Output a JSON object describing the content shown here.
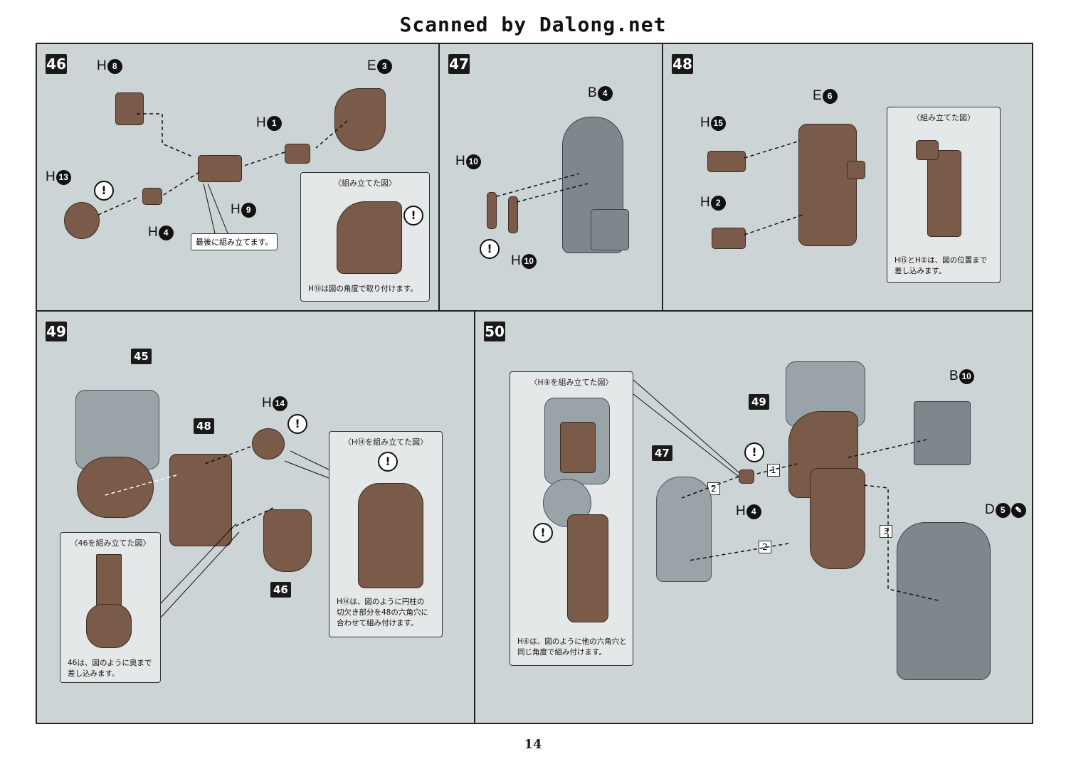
{
  "header": {
    "scan_credit": "Scanned by Dalong.net"
  },
  "page_number": "14",
  "steps": {
    "s46": {
      "number": "46",
      "labels": {
        "h8": "8",
        "e3": "3",
        "h1": "1",
        "h13": "13",
        "h9": "9",
        "h4": "4"
      },
      "letters": {
        "H": "H",
        "E": "E"
      },
      "callout": "最後に組み立てます。",
      "note": {
        "title": "〈組み立てた図〉",
        "text": "H⑬は図の角度で取り付けます。"
      }
    },
    "s47": {
      "number": "47",
      "labels": {
        "b4": "4",
        "h10a": "10",
        "h10b": "10"
      },
      "letters": {
        "H": "H",
        "B": "B"
      }
    },
    "s48": {
      "number": "48",
      "labels": {
        "e6": "6",
        "h15": "15",
        "h2": "2"
      },
      "letters": {
        "H": "H",
        "E": "E"
      },
      "note": {
        "title": "〈組み立てた図〉",
        "text": "H⑮とH②は、図の位置まで\n差し込みます。"
      }
    },
    "s49": {
      "number": "49",
      "tags": {
        "t45": "45",
        "t48": "48",
        "t46": "46"
      },
      "labels": {
        "h14": "14"
      },
      "letters": {
        "H": "H"
      },
      "note_h14": {
        "title": "〈H⑭を組み立てた図〉",
        "text": "H⑭は、図のように円柱の\n切欠き部分を48の六角穴に\n合わせて組み付けます。"
      },
      "note_46": {
        "title": "〈46を組み立てた図〉",
        "text": "46は、図のように奥まで\n差し込みます。"
      }
    },
    "s50": {
      "number": "50",
      "tags": {
        "t49": "49",
        "t47": "47"
      },
      "labels": {
        "b10": "10",
        "h4": "4",
        "d5": "5"
      },
      "letters": {
        "H": "H",
        "B": "B",
        "D": "D"
      },
      "seq": {
        "one": "1",
        "two_a": "2",
        "two_b": "2",
        "three": "3"
      },
      "note": {
        "title": "〈H④を組み立てた図〉",
        "text": "H④は、図のように他の六角穴と\n同じ角度で組み付けます。"
      }
    }
  },
  "colors": {
    "panel_bg": "#ccd4d6",
    "part_brown": "#7a5a49",
    "part_grey": "#7f878c"
  },
  "icons": [
    "caution-icon",
    "arrow-icon"
  ]
}
